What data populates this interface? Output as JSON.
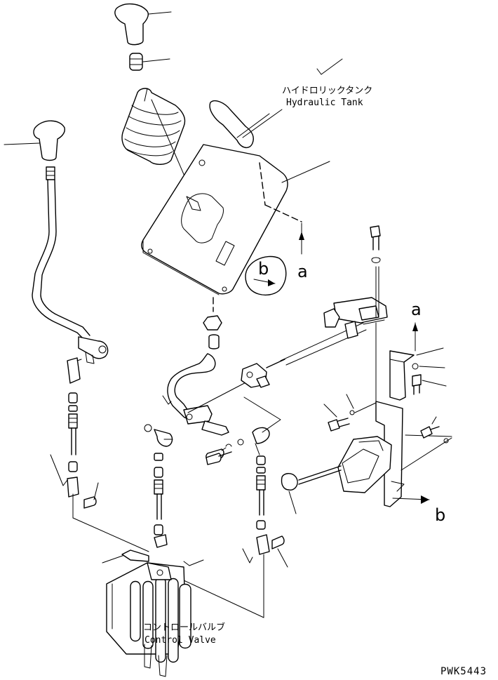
{
  "labels": {
    "hydraulic_tank_jp": "ハイドロリックタンク",
    "hydraulic_tank_en": "Hydraulic Tank",
    "control_valve_jp": "コントロールバルブ",
    "control_valve_en": "Control Valve"
  },
  "view_markers": {
    "a_top": "a",
    "a_right": "a",
    "b_circle": "b",
    "b_right": "b"
  },
  "drawing_code": "PWK5443"
}
